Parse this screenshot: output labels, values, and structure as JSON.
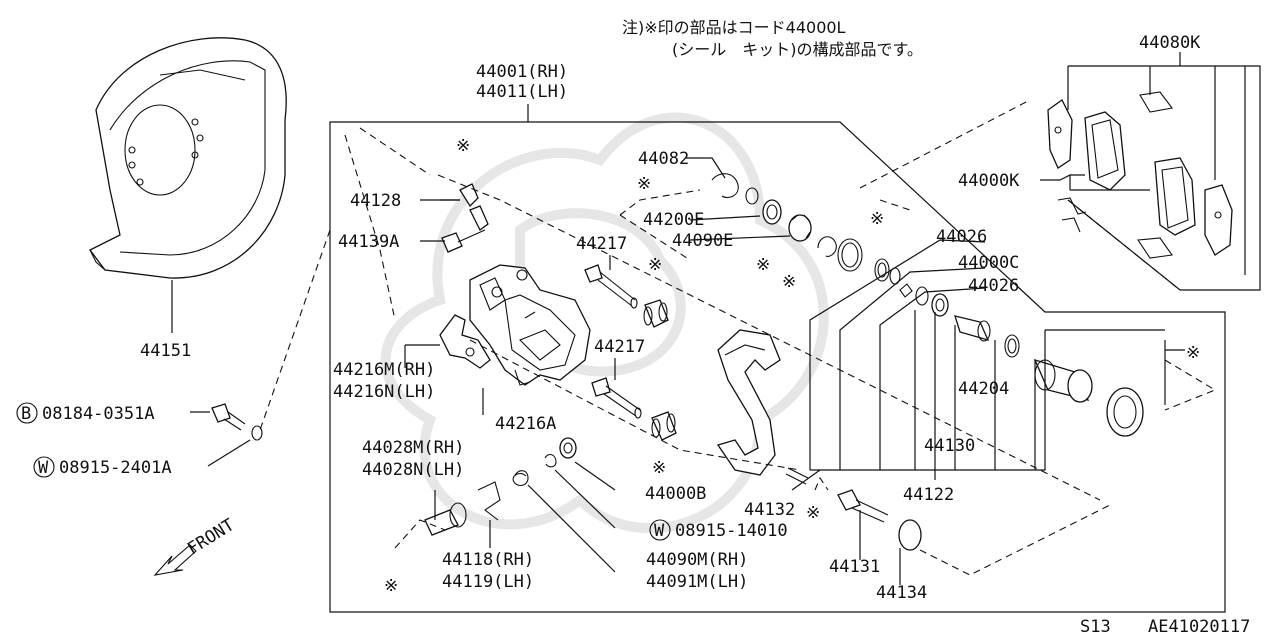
{
  "note": {
    "line1": "注)※印の部品はコード44000L",
    "line2": "(シール　キット)の構成部品です。"
  },
  "star": "※",
  "labels": {
    "p44001": "44001(RH)",
    "p44011": "44011(LH)",
    "p44151": "44151",
    "p44128": "44128",
    "p44139A": "44139A",
    "p44216M": "44216M(RH)",
    "p44216N": "44216N(LH)",
    "p44216A": "44216A",
    "p44082": "44082",
    "p44200E": "44200E",
    "p44090E": "44090E",
    "p44217a": "44217",
    "p44217b": "44217",
    "p44026a": "44026",
    "p44000C": "44000C",
    "p44026b": "44026",
    "p44080K": "44080K",
    "p44000K": "44000K",
    "p44204": "44204",
    "p44130": "44130",
    "p44122": "44122",
    "p44000B": "44000B",
    "p44132": "44132",
    "p44131": "44131",
    "p44134": "44134",
    "p44028M": "44028M(RH)",
    "p44028N": "44028N(LH)",
    "p44118": "44118(RH)",
    "p44119": "44119(LH)",
    "p44090M": "44090M(RH)",
    "p44091M": "44091M(LH)",
    "bolt": "08184-0351A",
    "washer1": "08915-2401A",
    "washer2": "08915-14010",
    "front": "FRONT"
  },
  "circle_marks": {
    "b": "B",
    "w1": "W",
    "w2": "W"
  },
  "footer": {
    "model": "S13",
    "code": "AE41020117"
  }
}
